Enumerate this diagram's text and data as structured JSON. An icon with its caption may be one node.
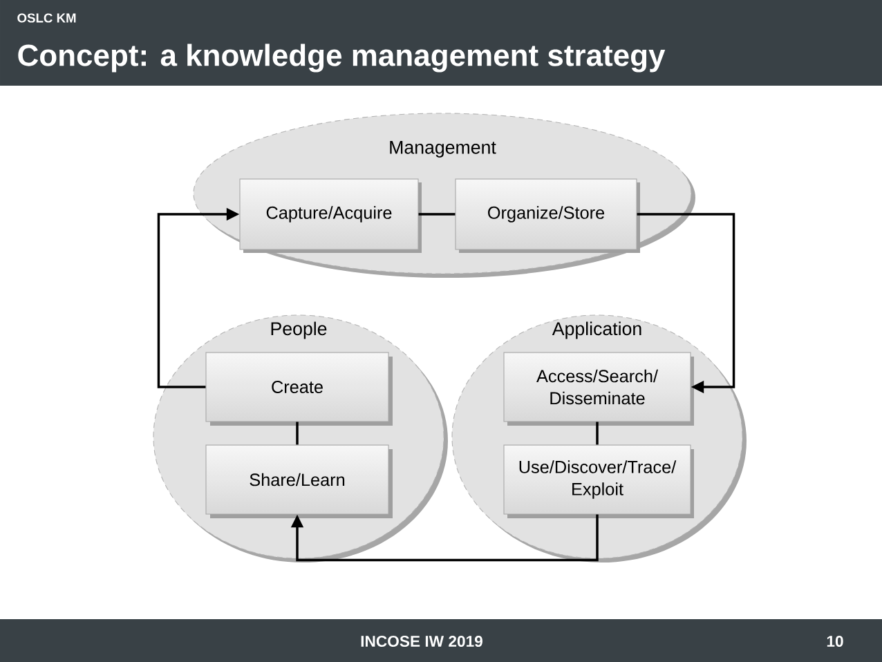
{
  "diagram": {
    "title": "Concept: a knowledge management strategy",
    "nodes": [
      {
        "text": [
          "Management"
        ]
      },
      {
        "text": [
          "Capture/Acquire"
        ],
        "in": 0
      },
      {
        "text": [
          "Organize/Store"
        ],
        "in": 0
      },
      {
        "text": [
          "People"
        ]
      },
      {
        "text": [
          "Create"
        ],
        "in": 3
      },
      {
        "text": [
          "Share/Learn"
        ],
        "in": 3
      },
      {
        "text": [
          "Application"
        ]
      },
      {
        "text": [
          "Access/Search/ Disseminate"
        ],
        "in": 6
      },
      {
        "text": [
          "Use/Discover/Trace/ Exploit"
        ],
        "in": 6
      }
    ],
    "edges": [
      {
        "from": 1,
        "to": 2,
        "arrow": "none"
      },
      {
        "from": 2,
        "to": 7,
        "arrow": "to"
      },
      {
        "from": 7,
        "to": 8,
        "arrow": "none"
      },
      {
        "from": 8,
        "to": 5,
        "arrow": "to"
      },
      {
        "from": 5,
        "to": 4,
        "arrow": "none"
      },
      {
        "from": 4,
        "to": 1,
        "arrow": "to"
      }
    ],
    "labels": [
      "OSLC KM",
      "INCOSE IW 2019",
      "10"
    ]
  }
}
